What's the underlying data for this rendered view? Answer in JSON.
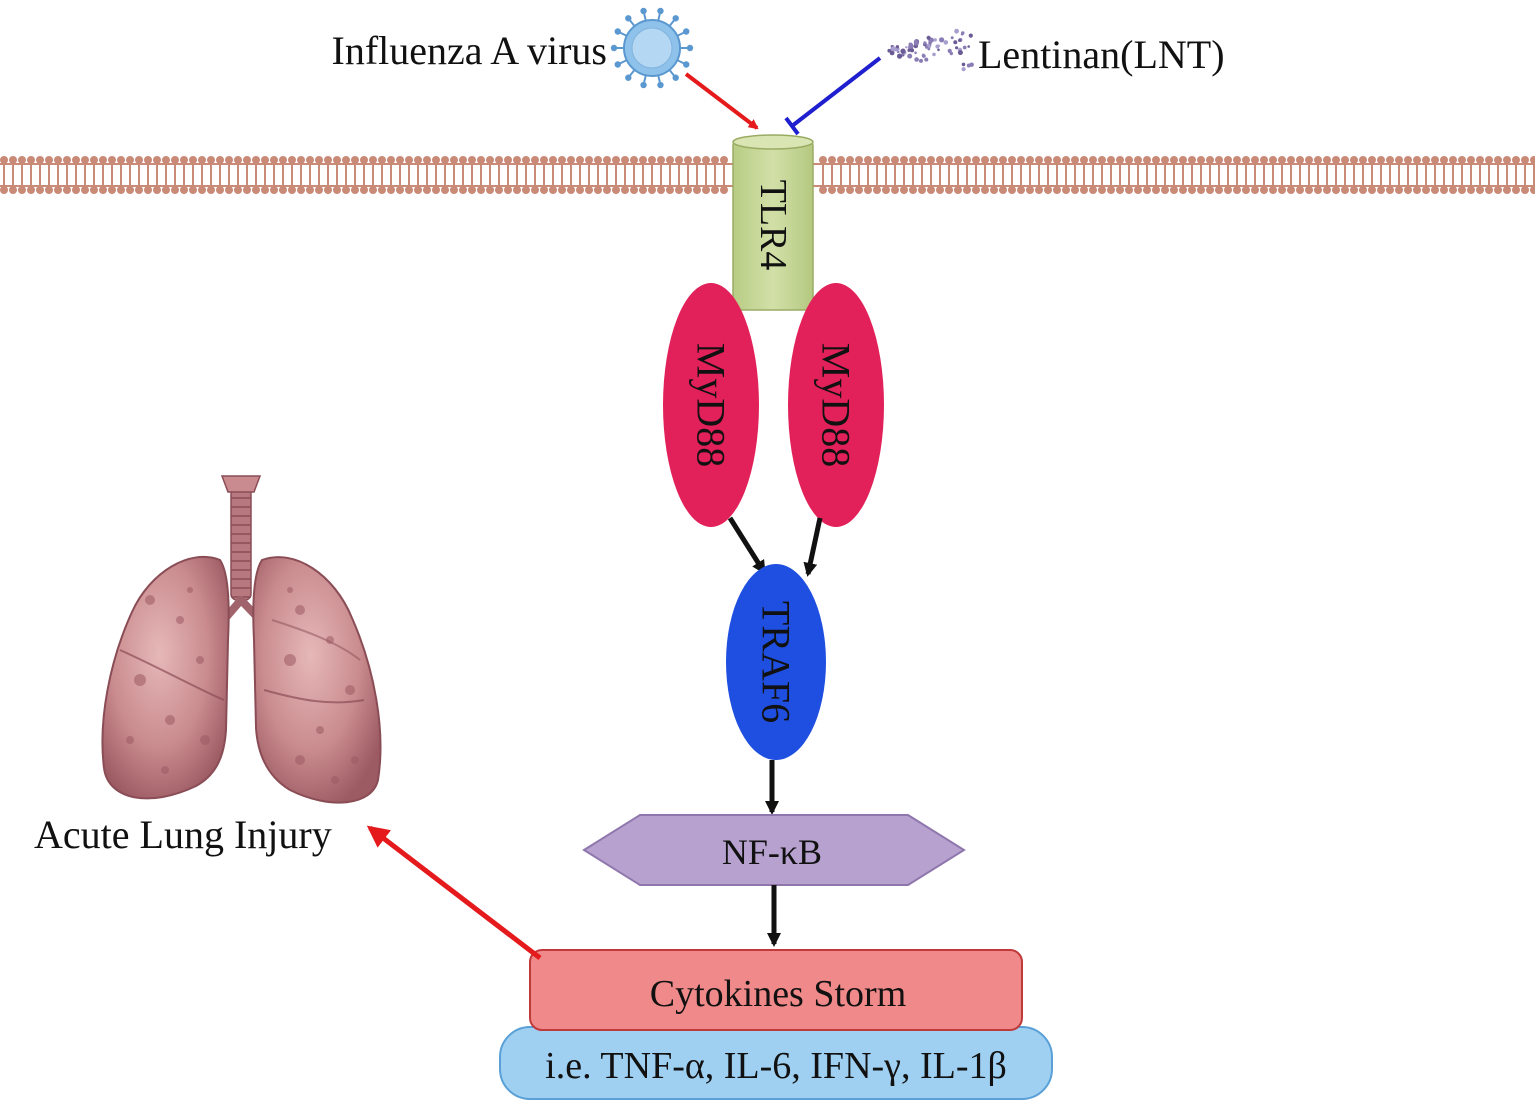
{
  "inputs": {
    "virus_label": "Influenza A virus",
    "lentinan_label": "Lentinan(LNT)"
  },
  "nodes": {
    "receptor": "TLR4",
    "adaptor_left": "MyD88",
    "adaptor_right": "MyD88",
    "traf": "TRAF6",
    "transcription_factor": "NF-κB",
    "cytokines": "Cytokines Storm",
    "cytokine_examples": "i.e. TNF-α, IL-6, IFN-γ, IL-1β"
  },
  "outcome": {
    "label": "Acute Lung Injury"
  },
  "colors": {
    "activation_arrow": "#e41a1c",
    "inhibition_arrow": "#1f1fcf",
    "signal_arrow": "#111111",
    "membrane": "#c98a78",
    "tlr4": "#c7d89a",
    "myd88": "#e2205a",
    "traf6": "#1f4fe0",
    "nfkb": "#b7a2cf",
    "cytokines_box": "#f08a8a",
    "examples_box": "#9fd0f2",
    "lung": "#c9868a"
  },
  "icons": {
    "virus": "influenza-virus-icon",
    "lentinan": "lentinan-particles-icon",
    "lung": "lungs-illustration"
  }
}
